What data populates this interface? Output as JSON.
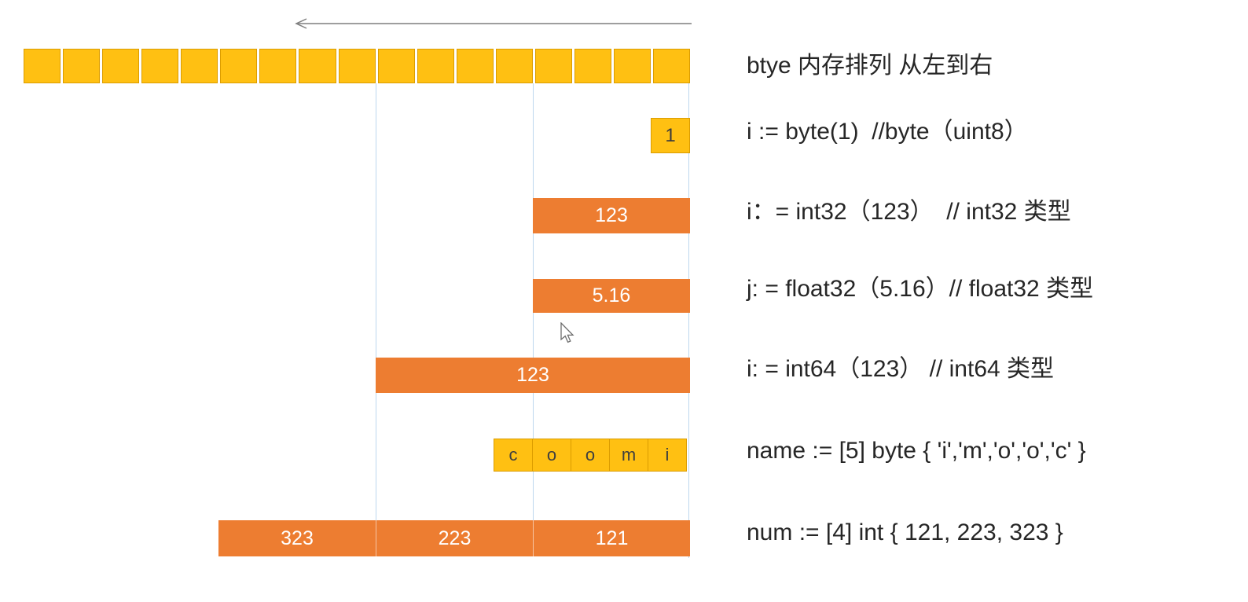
{
  "colors": {
    "cell_fill": "#FFC012",
    "cell_border": "#DB9C00",
    "bar_fill": "#ED7D31",
    "guide_line": "#BDD7EE",
    "arrow": "#7F7F7F",
    "text": "#262626"
  },
  "diagram": {
    "byte_row_cell_count": 17,
    "byte_cell": {
      "value": "1"
    },
    "int32_bar": {
      "value": "123"
    },
    "float32_bar": {
      "value": "5.16"
    },
    "int64_bar": {
      "value": "123"
    },
    "name_cells": [
      "c",
      "o",
      "o",
      "m",
      "i"
    ],
    "num_bars": [
      "323",
      "223",
      "121"
    ]
  },
  "annotations": [
    "btye 内存排列 从左到右",
    "i := byte(1)  //byte（uint8）",
    "i：= int32（123）  // int32 类型",
    "j: = float32（5.16）// float32 类型",
    "i: = int64（123） // int64 类型",
    "name := [5] byte { 'i','m','o','o','c' }",
    "num := [4] int { 121, 223, 323 }"
  ]
}
